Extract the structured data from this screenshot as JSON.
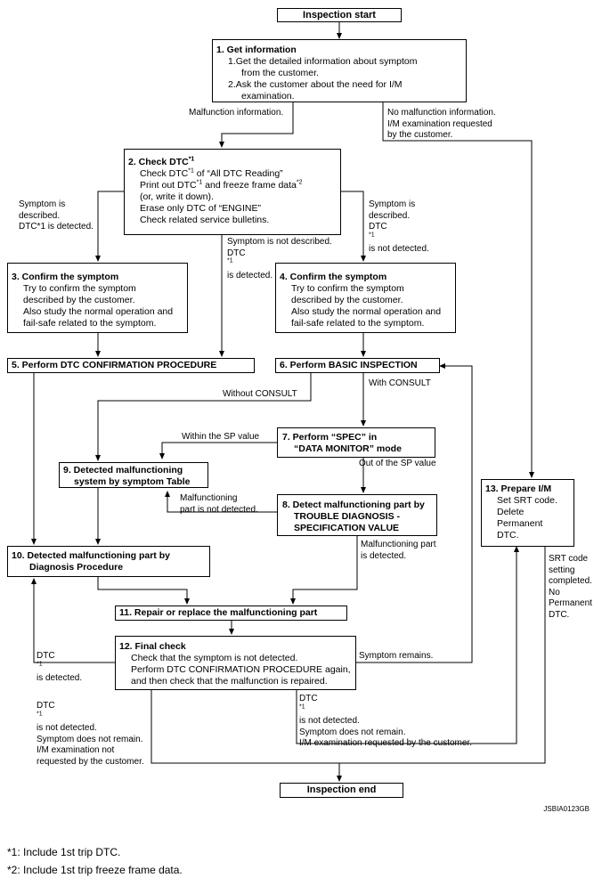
{
  "start": "Inspection start",
  "end": "Inspection end",
  "step1": {
    "title": "1. Get information",
    "lines": [
      "1.Get the detailed information about symptom",
      "from the customer.",
      "2.Ask the customer about the need for I/M",
      "examination."
    ]
  },
  "step2": {
    "title": "2. Check DTC",
    "title_sup": "*1",
    "l1a": "Check DTC",
    "l1sup": "*1",
    "l1b": " of “All DTC Reading”",
    "l2a": "Print out DTC",
    "l2sup": "*1",
    "l2b": " and freeze frame data",
    "l2sup2": "*2",
    "l3": "(or, write it down).",
    "l4": "Erase only DTC of “ENGINE”",
    "l5": "Check related service bulletins."
  },
  "step3": {
    "title": "3. Confirm the symptom",
    "lines": [
      "Try to confirm the symptom",
      "described by the customer.",
      "Also study the normal operation and",
      "fail-safe related to the symptom."
    ]
  },
  "step4": {
    "title": "4. Confirm the symptom",
    "lines": [
      "Try to confirm the symptom",
      "described by the customer.",
      "Also study the normal operation and",
      "fail-safe related to the symptom."
    ]
  },
  "step5": "5. Perform DTC CONFIRMATION PROCEDURE",
  "step6": "6. Perform BASIC INSPECTION",
  "step7": [
    "7. Perform “SPEC” in",
    "“DATA MONITOR” mode"
  ],
  "step8": [
    "8. Detect malfunctioning part by",
    "TROUBLE DIAGNOSIS -",
    "SPECIFICATION VALUE"
  ],
  "step9": [
    "9. Detected malfunctioning",
    "system by symptom Table"
  ],
  "step10": [
    "10. Detected malfunctioning part by",
    "Diagnosis Procedure"
  ],
  "step11": "11. Repair or replace the malfunctioning part",
  "step12": {
    "title": "12. Final check",
    "lines": [
      "Check that the symptom is not detected.",
      "Perform DTC CONFIRMATION PROCEDURE again,",
      "and then check that the malfunction is repaired."
    ]
  },
  "step13": {
    "title": "13. Prepare I/M",
    "lines": [
      "Set SRT code.",
      "Delete",
      "Permanent",
      "DTC."
    ]
  },
  "labels": {
    "malfunction_info": "Malfunction information.",
    "no_malfunction": [
      "No malfunction information.",
      "I/M examination requested",
      "by the customer."
    ],
    "sym_desc_left": [
      "Symptom is",
      "described.",
      "DTC*1 is detected."
    ],
    "sym_desc_right_a": [
      "Symptom is",
      "described."
    ],
    "sym_desc_right_b": "DTC",
    "sym_desc_right_sup": "*1",
    "sym_desc_right_c": " is not detected.",
    "sym_not_desc": "Symptom is not described.",
    "sym_not_desc_b": "DTC",
    "sym_not_desc_sup": "*1",
    "sym_not_desc_c": " is detected.",
    "without_consult": "Without CONSULT",
    "with_consult": "With CONSULT",
    "within_sp": "Within the SP value",
    "out_of_sp": "Out of the SP value",
    "malf_not_detected": [
      "Malfunctioning",
      "part is not detected."
    ],
    "malf_detected": [
      "Malfunctioning part",
      "is detected."
    ],
    "dtc_detected_a": "DTC",
    "dtc_detected_sup": "*1",
    "dtc_detected_b": " is detected.",
    "symptom_remains": "Symptom remains.",
    "srt_completed": [
      "SRT code",
      "setting",
      "completed.",
      "No",
      "Permanent",
      "DTC."
    ],
    "left_end_a": "DTC",
    "left_end_sup": "*1",
    "left_end_b": " is not detected.",
    "left_end_lines": [
      "Symptom does not remain.",
      "I/M examination not",
      "requested by the customer."
    ],
    "right_end_a": "DTC",
    "right_end_sup": "*1",
    "right_end_b": " is not detected.",
    "right_end_lines": [
      "Symptom does not remain.",
      "I/M examination requested by the customer."
    ]
  },
  "figure_code": "JSBIA0123GB",
  "footnotes": [
    "*1: Include 1st trip DTC.",
    "*2: Include 1st trip freeze frame data."
  ]
}
